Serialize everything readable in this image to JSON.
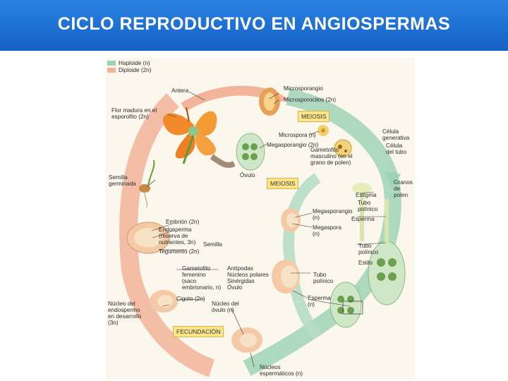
{
  "header": {
    "title": "CICLO REPRODUCTIVO EN ANGIOSPERMAS"
  },
  "colors": {
    "header_bg": "#1a6fd1",
    "haploid": "#9fd3b7",
    "diploid": "#f2b49a",
    "box": "#fde68a"
  },
  "legend": {
    "haploid": "Haploide (n)",
    "diploid": "Diploide (2n)"
  },
  "labels": {
    "antera": "Antera",
    "microsporangio": "Microsporangio",
    "microsporocitos": "Microsporocitos (2n)",
    "flor": "Flor madura en el\nesporofito (2n)",
    "microspora": "Microspora (n)",
    "celula_generativa": "Célula\ngenerativa",
    "celula_tubo": "Célula\ndel tubo",
    "megasporangio_2n": "Megasporangio (2n)",
    "gametofito_masc": "Gametofito\nmasculino (en el\ngrano de polen)",
    "ovulo": "Óvulo",
    "semilla_germinada": "Semilla\ngerminada",
    "granos_polen": "Granos\nde\npolen",
    "estigma": "Estigma",
    "tubo_polinico_1": "Tubo\npolínico",
    "esperma_1": "Esperma",
    "embrion": "Embrión (2n)",
    "endosperma": "Endosperma\n(reserva de\nnutrientes, 3n)",
    "tegumento": "Tegumento (2n)",
    "semilla": "Semilla",
    "megasporangio_n": "Megasporangio\n(n)",
    "megaspora": "Megaspora\n(n)",
    "tubo_polinico_2": "Tubo\npolínico",
    "estilo": "Estilo",
    "gametofito_fem": "Gametofito\nfemenino\n(saco\nembrionario, n)",
    "antipodas": "Antípodas\nNúcleos polares\nSinérgidas\nÓvulo",
    "tubo_polinico_3": "Tubo\npolínico",
    "cigoto": "Cigoto (2n)",
    "esperma_2": "Esperma\n(n)",
    "nucleo_endosperma": "Núcleo del\nendospermo\nen desarrollo\n(3n)",
    "nucleo_ovulo": "Núcleo del\nóvulo (n)",
    "nucleos_espermaticos": "Núcleos\nespermáticos (n)"
  },
  "stages": {
    "meiosis_1": "MEIOSIS",
    "meiosis_2": "MEIOSIS",
    "fecundacion": "FECUNDACIÓN"
  }
}
